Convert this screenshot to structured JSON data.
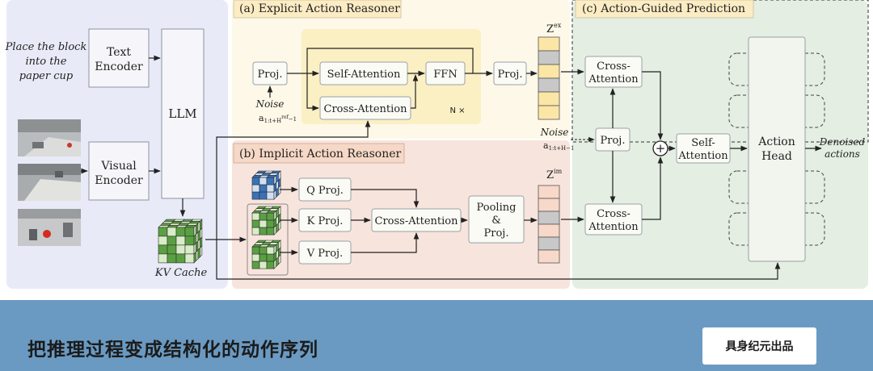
{
  "instruction": [
    "Place the block",
    "into the",
    "paper cup"
  ],
  "encoders": {
    "text": [
      "Text",
      "Encoder"
    ],
    "visual": [
      "Visual",
      "Encoder"
    ],
    "llm": "LLM",
    "kv_cache": "KV Cache"
  },
  "explicit": {
    "title": "(a) Explicit Action Reasoner",
    "proj_in": "Proj.",
    "self_attn": "Self-Attention",
    "cross_attn": "Cross-Attention",
    "ffn": "FFN",
    "repeat": "N ×",
    "proj_out": "Proj.",
    "noise_label": "Noise",
    "noise_symbol": "a",
    "noise_sub": "1:t+H",
    "noise_sup": "ref",
    "noise_tail": "−1",
    "z_base": "Z",
    "z_sup": "ex"
  },
  "implicit": {
    "title": "(b) Implicit Action Reasoner",
    "q_proj": "Q Proj.",
    "k_proj": "K Proj.",
    "v_proj": "V Proj.",
    "cross_attn": "Cross-Attention",
    "pooling": [
      "Pooling",
      "&",
      "Proj."
    ],
    "z_base": "Z",
    "z_sup": "im"
  },
  "prediction": {
    "title": "(c) Action-Guided Prediction",
    "cross_attn_top": [
      "Cross-",
      "Attention"
    ],
    "proj": "Proj.",
    "cross_attn_bottom": [
      "Cross-",
      "Attention"
    ],
    "self_attn": [
      "Self-",
      "Attention"
    ],
    "action_head": [
      "Action",
      "Head"
    ],
    "noise_label": "Noise",
    "noise_symbol": "a",
    "noise_sub": "1:t+H−1",
    "output": [
      "Denoised",
      "actions"
    ],
    "plus_symbol": "+"
  },
  "banner": {
    "title": "把推理过程变成结构化的动作序列",
    "badge": "具身纪元出品"
  },
  "colors": {
    "panel_left": "#e8ebf7",
    "panel_explicit": "#fdf8e8",
    "panel_explicit_inner": "#fbefc4",
    "panel_implicit": "#f7e4dc",
    "panel_prediction": "#e4eee2",
    "box_fill": "#fbfbf6",
    "box_stroke": "#9aa0a6",
    "title_tag": "#fcecc4",
    "banner": "#6a9ac2",
    "z_yellow": "#fbe6a6",
    "z_gray": "#c8c8c8",
    "z_pink": "#f8d8c8",
    "kv_green": "#5aa042",
    "q_blue": "#3a72b8"
  }
}
